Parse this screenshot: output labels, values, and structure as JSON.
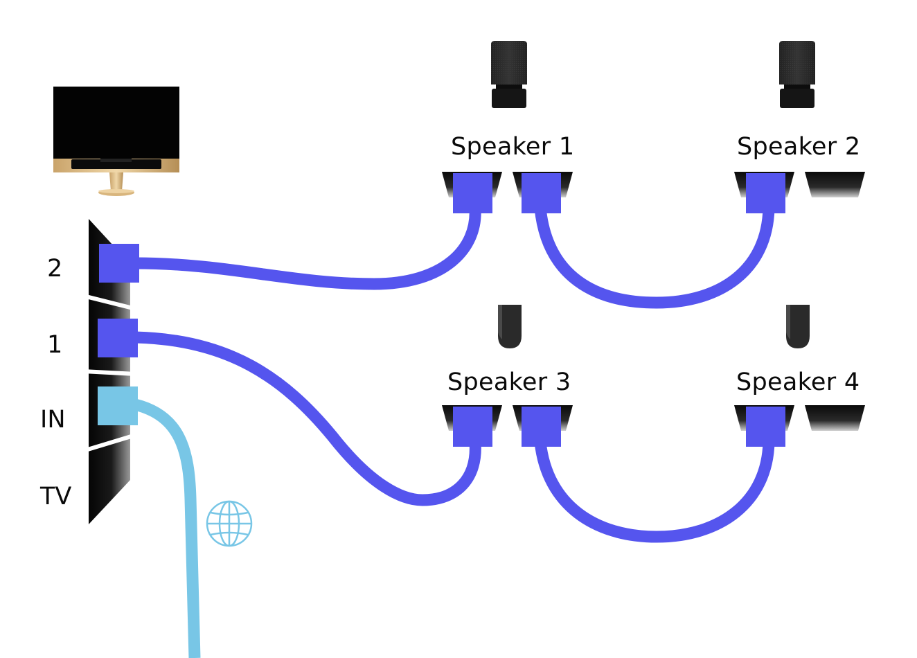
{
  "colors": {
    "cable_speaker": "#5555ee",
    "cable_network": "#78c6e6",
    "hub": "#111111",
    "background": "#ffffff"
  },
  "hub": {
    "ports": [
      {
        "id": "port-2",
        "label": "2"
      },
      {
        "id": "port-1",
        "label": "1"
      },
      {
        "id": "port-in",
        "label": "IN"
      },
      {
        "id": "port-tv",
        "label": "TV"
      }
    ]
  },
  "tv": {
    "icon": "tv-icon"
  },
  "network": {
    "icon": "globe-icon"
  },
  "speakers": [
    {
      "id": "speaker-1",
      "label": "Speaker 1",
      "icon": "tall-speaker-icon"
    },
    {
      "id": "speaker-2",
      "label": "Speaker 2",
      "icon": "tall-speaker-icon"
    },
    {
      "id": "speaker-3",
      "label": "Speaker 3",
      "icon": "small-speaker-icon"
    },
    {
      "id": "speaker-4",
      "label": "Speaker 4",
      "icon": "small-speaker-icon"
    }
  ],
  "connections": [
    {
      "from": "port-2",
      "to": "speaker-1"
    },
    {
      "from": "speaker-1",
      "to": "speaker-2"
    },
    {
      "from": "port-1",
      "to": "speaker-3"
    },
    {
      "from": "speaker-3",
      "to": "speaker-4"
    },
    {
      "from": "port-in",
      "to": "network"
    }
  ]
}
